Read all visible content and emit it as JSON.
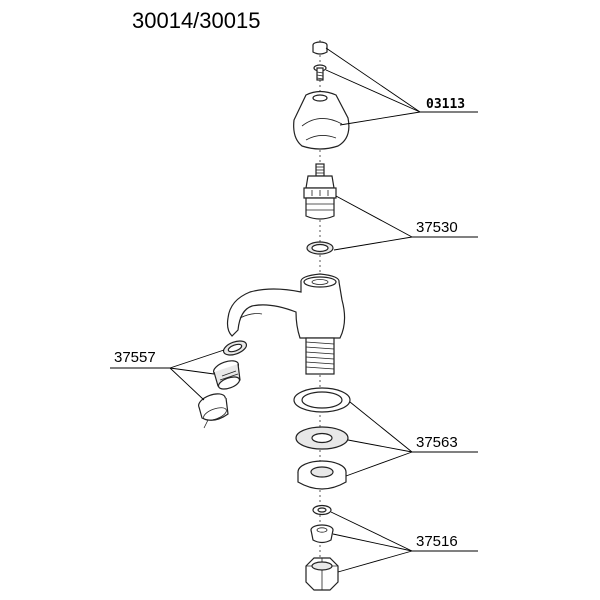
{
  "title": "30014/30015",
  "part_numbers": {
    "head_screw_set": "03113",
    "cartridge_set": "37530",
    "aerator_set": "37557",
    "washer_set": "37563",
    "nut_set": "37516"
  }
}
